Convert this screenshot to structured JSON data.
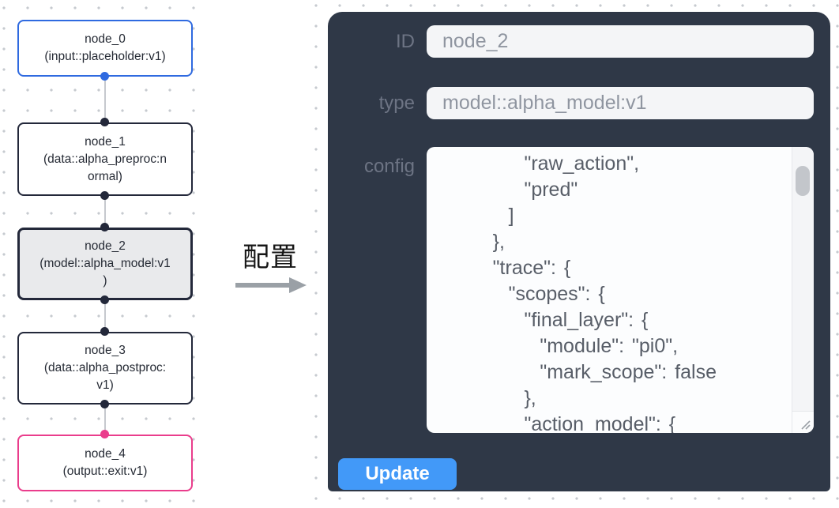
{
  "flowchart": {
    "nodes": [
      {
        "title": "node_0",
        "subtitle": [
          "(input::placeholder:v1)"
        ],
        "accent": "#2f6ae0"
      },
      {
        "title": "node_1",
        "subtitle": [
          "(data::alpha_preproc:n",
          "ormal)"
        ],
        "accent": "#23283a"
      },
      {
        "title": "node_2",
        "subtitle": [
          "(model::alpha_model:v1",
          ")"
        ],
        "accent": "#23283a",
        "selected": true
      },
      {
        "title": "node_3",
        "subtitle": [
          "(data::alpha_postproc:",
          "v1)"
        ],
        "accent": "#23283a"
      },
      {
        "title": "node_4",
        "subtitle": [
          "(output::exit:v1)"
        ],
        "accent": "#ea3d8c"
      }
    ]
  },
  "transfer": {
    "label": "配置"
  },
  "panel": {
    "id_label": "ID",
    "id_value": "node_2",
    "type_label": "type",
    "type_value": "model::alpha_model:v1",
    "config_label": "config",
    "config_lines": [
      "          \"raw_action\",",
      "          \"pred\"",
      "        ]",
      "      },",
      "      \"trace\": {",
      "        \"scopes\": {",
      "          \"final_layer\": {",
      "            \"module\": \"pi0\",",
      "            \"mark_scope\": false",
      "          },",
      "          \"action_model\": {"
    ],
    "update_label": "Update"
  },
  "colors": {
    "panel_bg": "#2f3847",
    "button_blue": "#4299f8",
    "node_blue": "#2f6ae0",
    "node_pink": "#ea3d8c",
    "node_dark": "#23283a",
    "selected_fill": "#e9eaec"
  }
}
